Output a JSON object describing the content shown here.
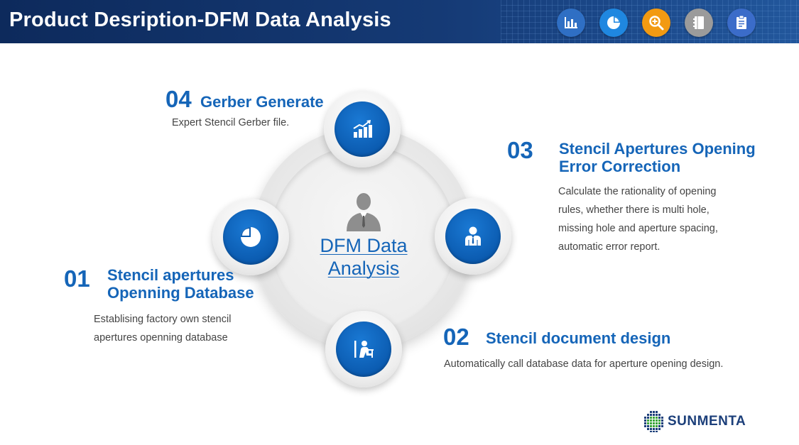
{
  "header": {
    "title": "Product Desription-DFM Data Analysis",
    "icons": [
      {
        "name": "bar-chart-icon",
        "color": "#2f6fc4"
      },
      {
        "name": "pie-chart-icon",
        "color": "#1f87e0"
      },
      {
        "name": "zoom-in-icon",
        "color": "#f29a12"
      },
      {
        "name": "notebook-icon",
        "color": "#9b9b9b"
      },
      {
        "name": "checklist-icon",
        "color": "#3b6cc9"
      }
    ]
  },
  "center": {
    "label_line1": "DFM Data",
    "label_line2": "Analysis",
    "icon": "person-icon"
  },
  "steps": [
    {
      "number": "01",
      "title_line1": "Stencil apertures",
      "title_line2": "Openning Database",
      "desc_line1": "Establising factory own stencil",
      "desc_line2": "apertures openning database",
      "icon": "pie-chart-icon"
    },
    {
      "number": "02",
      "title": "Stencil document design",
      "desc": "Automatically call database data for aperture opening design.",
      "icon": "desk-worker-icon"
    },
    {
      "number": "03",
      "title_line1": "Stencil Apertures Opening",
      "title_line2": "Error Correction",
      "desc_line1": "Calculate the rationality of opening",
      "desc_line2": "rules, whether there is multi hole,",
      "desc_line3": "missing hole and aperture spacing,",
      "desc_line4": "automatic error report.",
      "icon": "businessman-icon"
    },
    {
      "number": "04",
      "title": "Gerber Generate",
      "desc": "Expert Stencil Gerber file.",
      "icon": "growth-chart-icon"
    }
  ],
  "logo": {
    "text": "SUNMENTA"
  },
  "colors": {
    "accent": "#1565b8",
    "header": "#153a75",
    "node_core": "#0b5bb0",
    "body_text": "#444444"
  }
}
